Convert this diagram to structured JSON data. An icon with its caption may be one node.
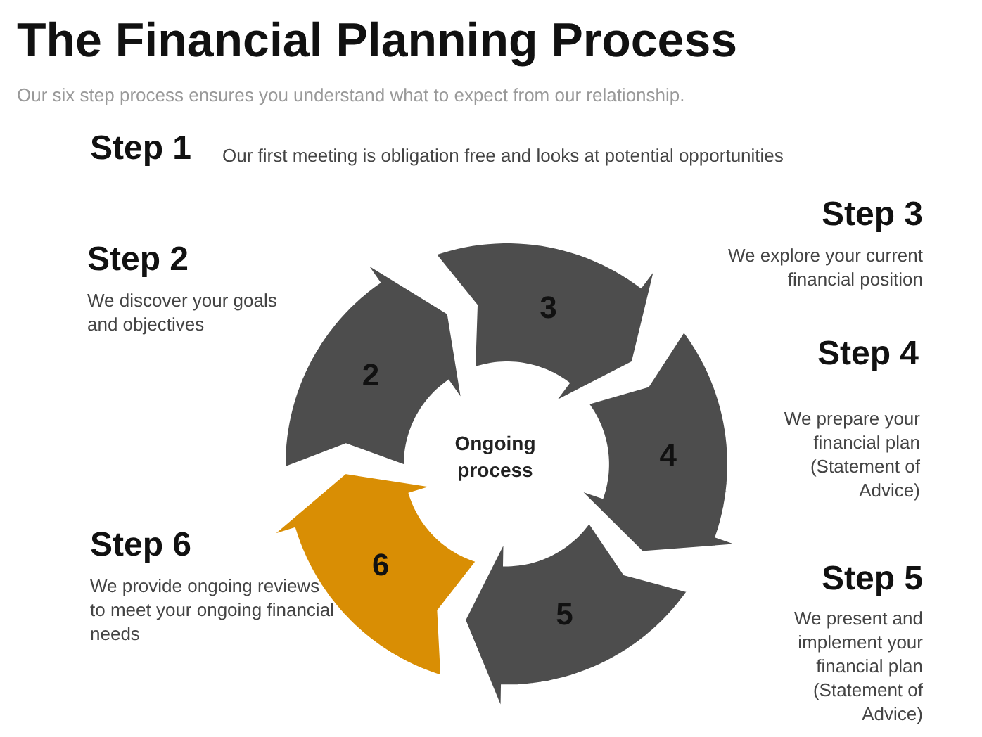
{
  "diagram": {
    "title": "The Financial Planning Process",
    "caption": "Our six step process ensures you understand what to expect from our relationship.",
    "nodes": [
      {
        "text": [
          "2"
        ]
      },
      {
        "text": [
          "3"
        ]
      },
      {
        "text": [
          "4"
        ]
      },
      {
        "text": [
          "5"
        ]
      },
      {
        "text": [
          "6"
        ]
      },
      {
        "text": [
          "Ongoing process"
        ]
      }
    ],
    "labels": [
      "Step 1",
      "Our first meeting is obligation free and looks at potential opportunities",
      "Step 3",
      "We explore your current financial position",
      "Step 2",
      "We discover your goals and objectives",
      "Step 4",
      "We prepare your financial plan (Statement of Advice)",
      "Step 6",
      "We provide ongoing reviews to meet your ongoing financial needs",
      "Step 5",
      "We present and implement your financial plan (Statement of Advice)"
    ]
  }
}
